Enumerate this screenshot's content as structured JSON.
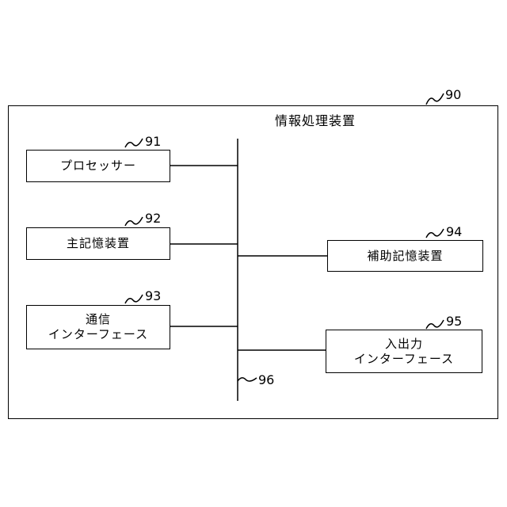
{
  "diagram": {
    "outer_ref": "90",
    "title": "情報処理装置",
    "bus_ref": "96",
    "blocks": {
      "processor": {
        "ref": "91",
        "lines": [
          "プロセッサー"
        ]
      },
      "main_memory": {
        "ref": "92",
        "lines": [
          "主記憶装置"
        ]
      },
      "comm_interface": {
        "ref": "93",
        "lines": [
          "通信",
          "インターフェース"
        ]
      },
      "aux_storage": {
        "ref": "94",
        "lines": [
          "補助記憶装置"
        ]
      },
      "io_interface": {
        "ref": "95",
        "lines": [
          "入出力",
          "インターフェース"
        ]
      }
    }
  }
}
